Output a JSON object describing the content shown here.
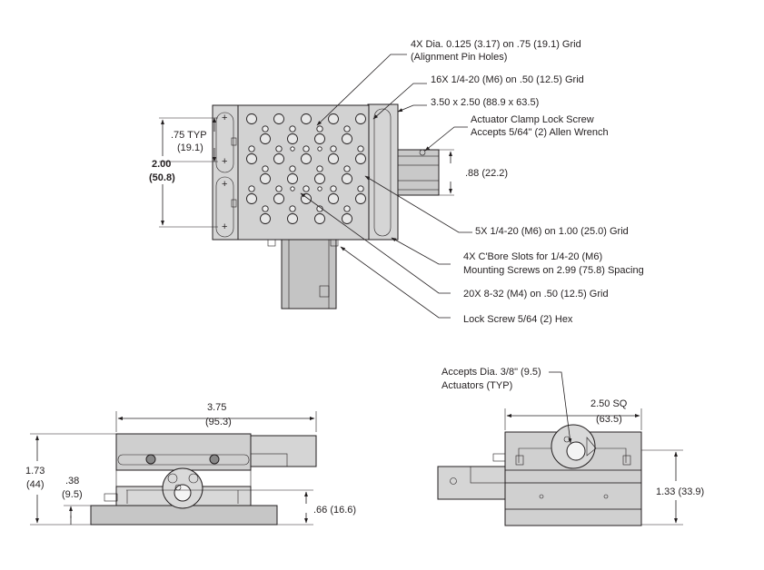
{
  "top_view": {
    "callouts": {
      "pin_holes_line1": "4X  Dia. 0.125 (3.17) on .75 (19.1) Grid",
      "pin_holes_line2": "(Alignment Pin Holes)",
      "grid_16x": "16X 1/4-20 (M6) on .50 (12.5) Grid",
      "size": "3.50 x 2.50 (88.9 x 63.5)",
      "clamp_line1": "Actuator Clamp Lock Screw",
      "clamp_line2": "Accepts 5/64\" (2) Allen Wrench",
      "grid_5x": "5X 1/4-20 (M6) on 1.00 (25.0) Grid",
      "cbore_line1": "4X C'Bore Slots for 1/4-20 (M6)",
      "cbore_line2": "Mounting Screws on 2.99 (75.8) Spacing",
      "grid_20x": "20X 8-32 (M4) on .50 (12.5) Grid",
      "lock_screw": "Lock Screw 5/64 (2) Hex"
    },
    "dims": {
      "typ_in": ".75 TYP",
      "typ_mm": "(19.1)",
      "height_in": "2.00",
      "height_mm": "(50.8)",
      "clamp_dim": ".88 (22.2)"
    }
  },
  "front_view": {
    "dims": {
      "width_in": "3.75",
      "width_mm": "(95.3)",
      "height_in": "1.73",
      "height_mm": "(44)",
      "axis_in": ".38",
      "axis_mm": "(9.5)",
      "base_h": ".66 (16.6)"
    }
  },
  "side_view": {
    "callouts": {
      "actuator_line1": "Accepts Dia. 3/8\" (9.5)",
      "actuator_line2": "Actuators (TYP)"
    },
    "dims": {
      "sq_in": "2.50  SQ",
      "sq_mm": "(63.5)",
      "height": "1.33 (33.9)"
    }
  },
  "colors": {
    "ink": "#231f20",
    "body_fill": "#c8c8c8",
    "body_dark": "#9a9a9a",
    "hole_fill": "#e6e6e6"
  }
}
